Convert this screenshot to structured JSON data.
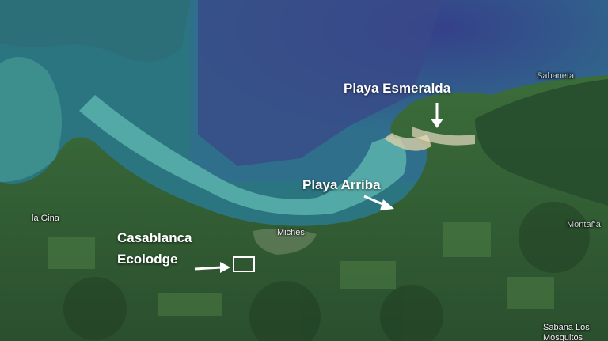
{
  "callouts": {
    "playa_esmeralda": "Playa Esmeralda",
    "playa_arriba": "Playa Arriba",
    "casablanca_line1": "Casablanca",
    "casablanca_line2": "Ecolodge"
  },
  "places": {
    "la_gina": "la Gina",
    "miches": "Miches",
    "sabaneta": "Sabaneta",
    "montana": "Montaña",
    "sabana_los_mosquitos": "Sabana Los\nMosquitos"
  },
  "colors": {
    "deep_water": "#3c4f8c",
    "bay_water": "#2a7f8a",
    "shallow_water": "#5fb6b0",
    "land": "#2f5a33",
    "callout_text": "#ffffff"
  },
  "icons": [
    "arrow-down-icon",
    "arrow-down-right-icon",
    "arrow-right-icon",
    "location-box-icon"
  ]
}
